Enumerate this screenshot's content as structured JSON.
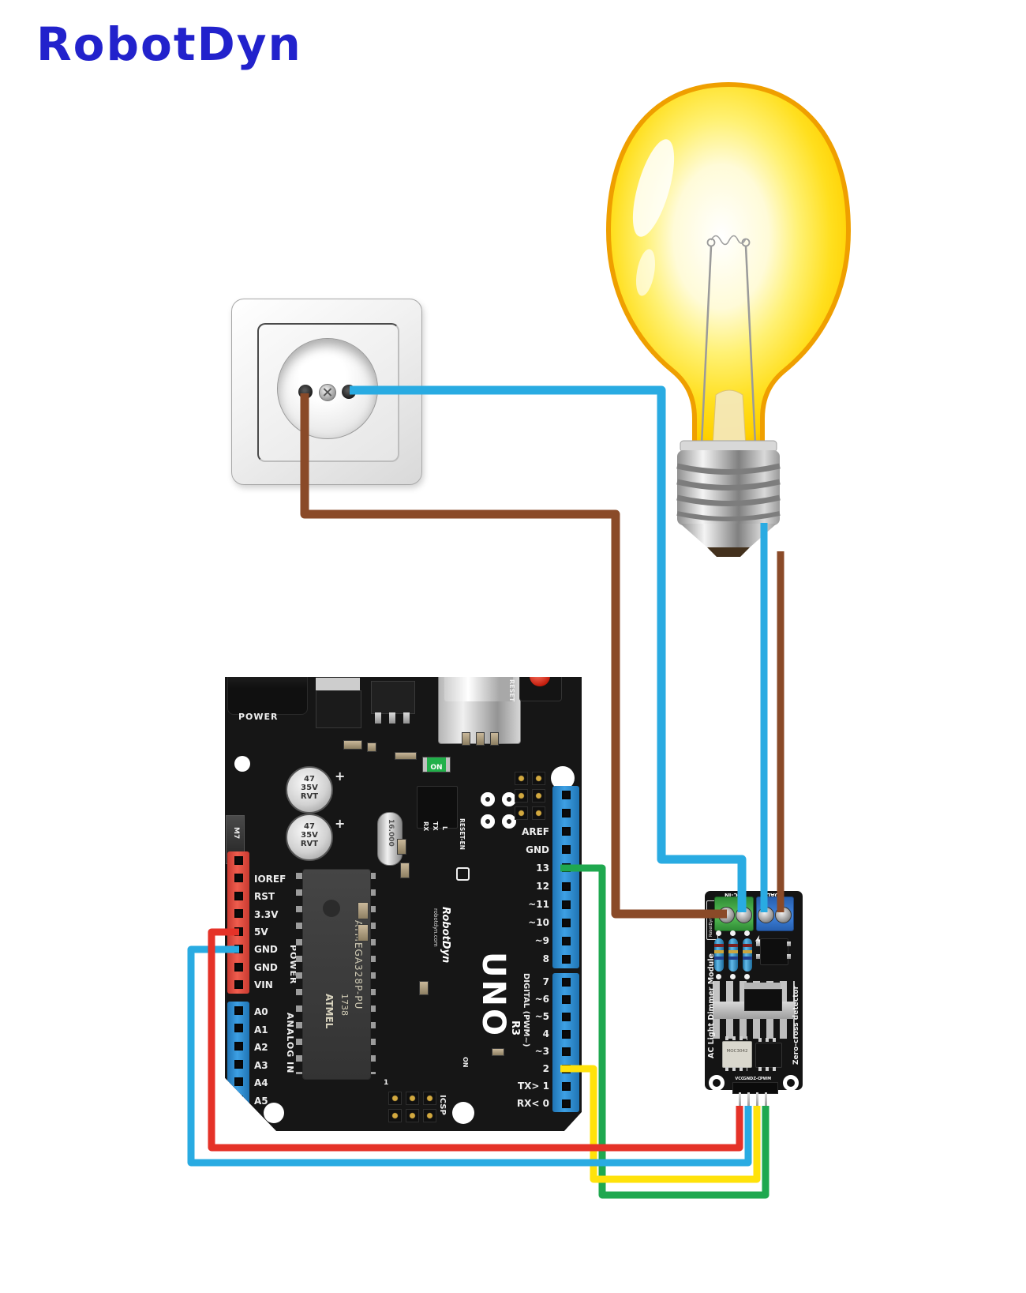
{
  "logo": {
    "text": "RobotDyn"
  },
  "colors": {
    "logo_blue": "#2222cc",
    "wire_red": "#e53228",
    "wire_blue": "#29abe2",
    "wire_yellow": "#ffe20a",
    "wire_green": "#1fa84f",
    "wire_brown": "#8a4a28",
    "pcb_black": "#161616",
    "header_blue": "#2f8fd2",
    "header_red": "#e0473d",
    "terminal_green": "#3fa246",
    "terminal_blue": "#2e6fc8",
    "bulb_yellow": "#ffd400",
    "bulb_rim_orange": "#f0a000"
  },
  "arduino": {
    "jack_label": "POWER",
    "section_power": "POWER",
    "section_analog": "ANALOG IN",
    "section_digital": "DIGITAL (PWM~)",
    "cap_line1": "47",
    "cap_line2": "35V",
    "cap_line3": "RVT",
    "diode": "M7",
    "crystal": "16.000",
    "mcu_brand": "ATMEL",
    "mcu_date": "1738",
    "mcu_part": "ATMEGA328P-PU",
    "led_on": "ON",
    "reset": "RESET",
    "reset_en": "RESET-EN",
    "rx": "RX",
    "tx": "TX",
    "l": "L",
    "icsp": "ICSP",
    "icsp_pin1": "1",
    "switch_on": "ON",
    "uno": "UNO",
    "r3": "R3",
    "brand": "RobotDyn",
    "site": "robotdyn.com",
    "power_pins": [
      "IOREF",
      "RST",
      "3.3V",
      "5V",
      "GND",
      "GND",
      "VIN"
    ],
    "analog_pins": [
      "A0",
      "A1",
      "A2",
      "A3",
      "A4",
      "A5"
    ],
    "digital_upper": [
      "AREF",
      "GND",
      "13",
      "12",
      "~11",
      "~10",
      "~9",
      "8"
    ],
    "digital_lower": [
      "7",
      "~6",
      "~5",
      "4",
      "~3",
      "2",
      "TX> 1",
      "RX< 0"
    ]
  },
  "dimmer": {
    "brand": "RobotDyn",
    "ac_in": "AC-IN",
    "load": "LOAD",
    "left_title": "AC Light Dimmer Module",
    "right_title": "Zero-cross detector",
    "chip": "MOC3042",
    "pins": [
      "VCC",
      "GND",
      "Z-C",
      "PWM"
    ]
  }
}
